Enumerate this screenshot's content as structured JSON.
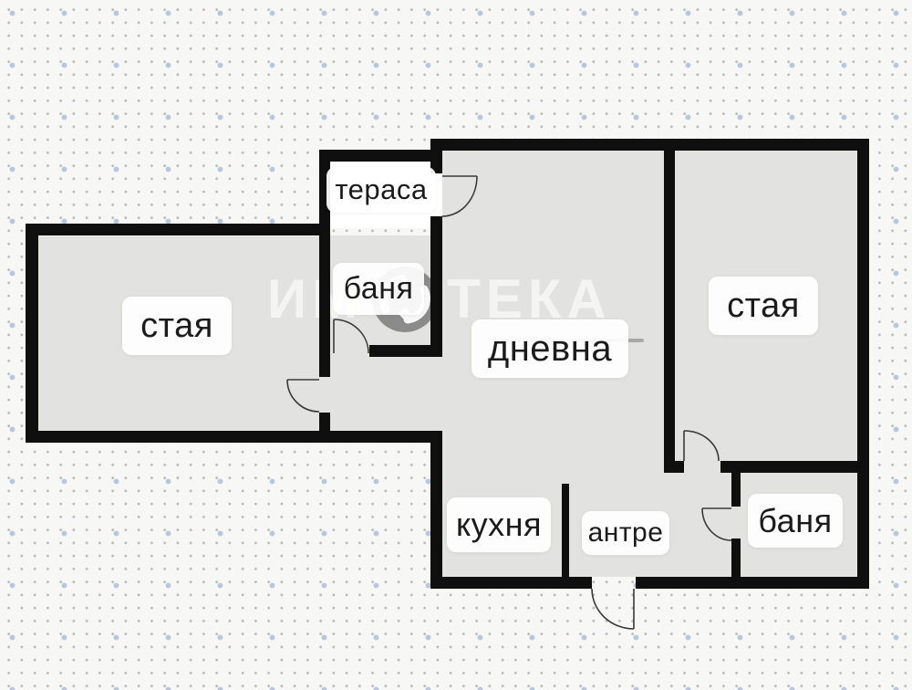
{
  "app": {
    "type": "apartment-floor-plan"
  },
  "rooms": [
    {
      "id": "terrace",
      "label": "тераса"
    },
    {
      "id": "bath-top",
      "label": "баня"
    },
    {
      "id": "room-left",
      "label": "стая"
    },
    {
      "id": "living",
      "label": "дневна"
    },
    {
      "id": "room-right",
      "label": "стая"
    },
    {
      "id": "kitchen",
      "label": "кухня"
    },
    {
      "id": "hallway",
      "label": "антре"
    },
    {
      "id": "bath-bottom",
      "label": "баня"
    }
  ],
  "watermark": {
    "text_part1": "ИМ",
    "text_part2": "ТЕКА",
    "logo_icon": "imoteka-circular-arrows-icon"
  },
  "colors": {
    "background": "#f7f8f6",
    "floor": "#e2e2e0",
    "terrace_floor": "#ffffff",
    "wall": "#0f0f0f",
    "label_background": "#ffffff",
    "label_text": "#1b1b1b",
    "grid_dot": "#7d8280",
    "grid_accent_dot": "#b7c7e0",
    "watermark_gray": "#6f6f6f"
  }
}
